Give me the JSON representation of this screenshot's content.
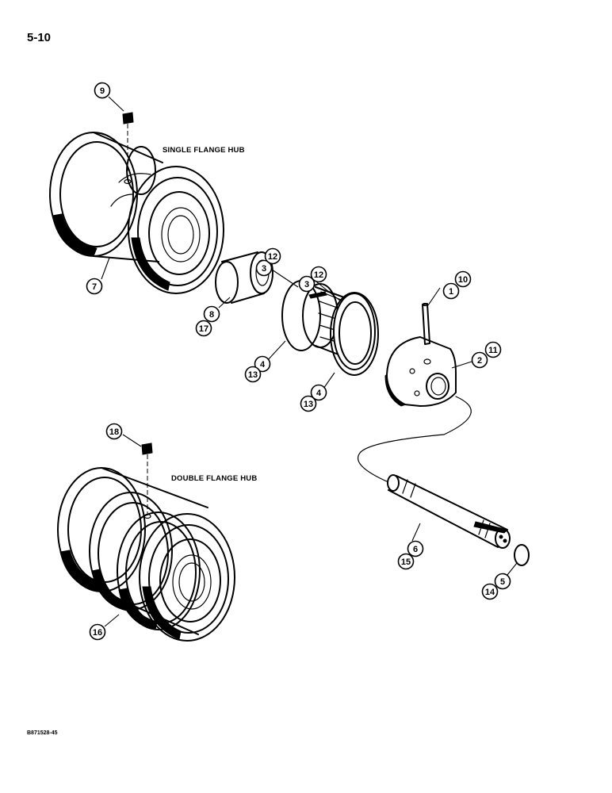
{
  "page_number": "5-10",
  "reference_code": "B871528-45",
  "labels": {
    "single_flange_hub": "SINGLE FLANGE HUB",
    "double_flange_hub": "DOUBLE FLANGE HUB"
  },
  "callouts": {
    "c1": "1",
    "c2": "2",
    "c3a": "3",
    "c3b": "3",
    "c4a": "4",
    "c4b": "4",
    "c5": "5",
    "c6": "6",
    "c7": "7",
    "c8": "8",
    "c9": "9",
    "c10": "10",
    "c11": "11",
    "c12a": "12",
    "c12b": "12",
    "c13a": "13",
    "c13b": "13",
    "c14": "14",
    "c15": "15",
    "c16": "16",
    "c17": "17",
    "c18": "18"
  }
}
